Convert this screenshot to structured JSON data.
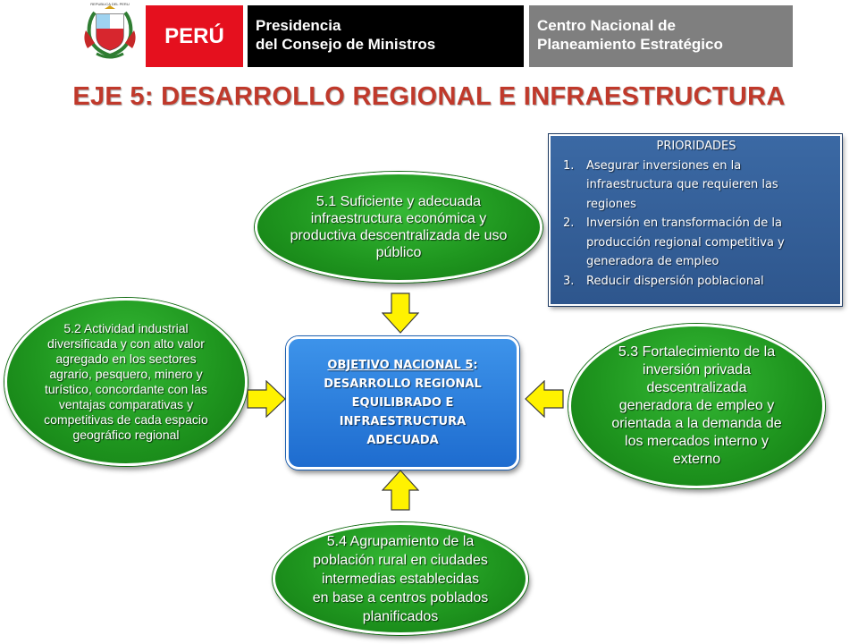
{
  "header": {
    "peru_label": "PERÚ",
    "pcm_line1": "Presidencia",
    "pcm_line2": "del Consejo de Ministros",
    "ceplan_line1": "Centro Nacional de",
    "ceplan_line2": "Planeamiento Estratégico",
    "brand_colors": {
      "peru": "#e5101e",
      "pcm": "#000000",
      "ceplan": "#7f7f7f"
    },
    "coat_of_arms_icon": "peru-coat-of-arms-icon",
    "coat_of_arms_text": "REPUBLICA DEL PERU"
  },
  "title": "EJE 5: DESARROLLO REGIONAL E INFRAESTRUCTURA",
  "title_color": "#c0392b",
  "center": {
    "heading": "OBJETIVO NACIONAL 5",
    "colon": ":",
    "lines": [
      "DESARROLLO REGIONAL",
      "EQUILIBRADO E",
      "INFRAESTRUCTURA",
      "ADECUADA"
    ]
  },
  "ovals": {
    "o51": [
      "5.1 Suficiente y adecuada",
      "infraestructura económica y",
      "productiva descentralizada de uso",
      "público"
    ],
    "o52": [
      "5.2 Actividad industrial",
      "diversificada y con alto valor",
      "agregado en los sectores",
      "agrario, pesquero, minero y",
      "turístico, concordante con las",
      "ventajas comparativas y",
      "competitivas de cada espacio",
      "geográfico regional"
    ],
    "o53": [
      "5.3 Fortalecimiento de la",
      "inversión privada",
      "descentralizada",
      "generadora de empleo y",
      "orientada a la demanda de",
      "los mercados interno y",
      "externo"
    ],
    "o54": [
      "5.4 Agrupamiento de la",
      "población rural en ciudades",
      "intermedias establecidas",
      "en base a centros poblados",
      "planificados"
    ]
  },
  "priorities": {
    "title": "PRIORIDADES",
    "items": [
      {
        "num": "1.",
        "lines": [
          "Asegurar inversiones en la",
          "infraestructura que requieren las",
          "regiones"
        ]
      },
      {
        "num": "2.",
        "lines": [
          "Inversión en transformación de la",
          "producción regional competitiva y",
          "generadora de empleo"
        ]
      },
      {
        "num": "3.",
        "lines": [
          "Reducir dispersión poblacional"
        ]
      }
    ]
  },
  "colors": {
    "oval_green": "#1f961f",
    "center_blue": "#1e6ccf",
    "priorities_blue": "#2e568d",
    "arrow_yellow": "#fff200"
  }
}
